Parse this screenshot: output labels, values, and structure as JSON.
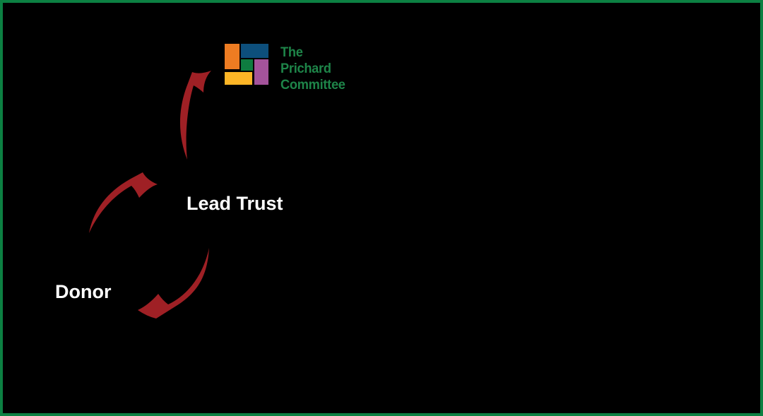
{
  "nodes": {
    "donor": {
      "label": "Donor"
    },
    "lead_trust": {
      "label": "Lead Trust"
    },
    "charity": {
      "name": "The Prichard Committee",
      "logo_lines": [
        "The",
        "Prichard",
        "Committee"
      ]
    }
  },
  "arrows": [
    {
      "id": "donor-to-lead-trust",
      "from": "Donor",
      "to": "Lead Trust"
    },
    {
      "id": "lead-trust-to-committee",
      "from": "Lead Trust",
      "to": "The Prichard Committee"
    },
    {
      "id": "lead-trust-to-donor",
      "from": "Lead Trust",
      "to": "Donor"
    }
  ],
  "colors": {
    "background": "#000000",
    "border_green": "#0c8042",
    "arrow_red": "#9f2025",
    "label_white": "#ffffff",
    "logo_text_green": "#1e8549",
    "logo_orange": "#ee7c22",
    "logo_blue": "#0d4f7c",
    "logo_green": "#0e7c40",
    "logo_purple": "#a4539b",
    "logo_yellow": "#fcb526"
  }
}
